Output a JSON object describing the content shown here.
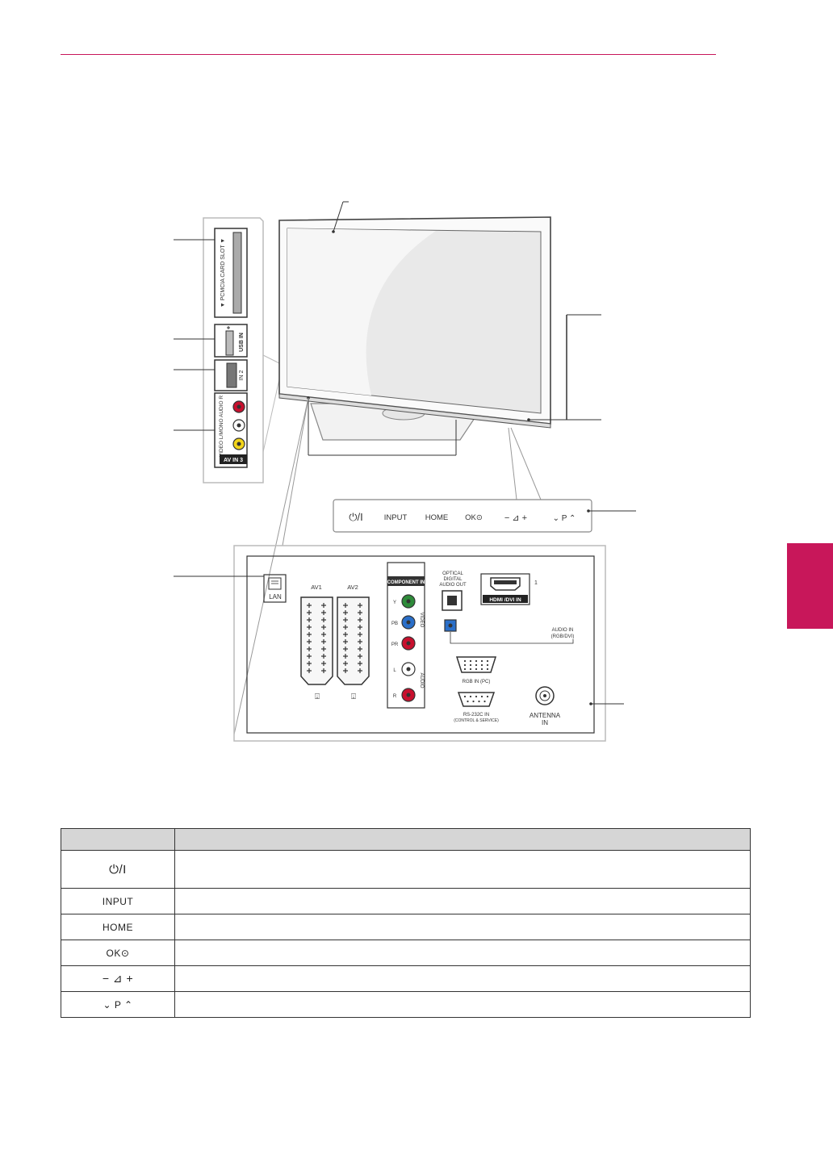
{
  "colors": {
    "accent": "#c8175a",
    "line": "#333333",
    "header_bg": "#d6d6d6"
  },
  "side_panel": {
    "pcmcia_label": "▼ PCMCIA CARD SLOT ▼",
    "usb_label": "USB IN",
    "hdmi_label": "IN 2",
    "av_label": "AV IN 3",
    "av_jacks_label": "VIDEO L/MONO AUDIO R"
  },
  "control_bar": {
    "power": "⏻/I",
    "input": "INPUT",
    "home": "HOME",
    "ok": "OK⊙",
    "volume": "− ⊿ +",
    "program": "⌄  P  ⌃"
  },
  "rear_panel": {
    "lan": "LAN",
    "av1": "AV1",
    "av2": "AV2",
    "component_in": "COMPONENT IN",
    "y": "Y",
    "pb": "PB",
    "pr": "PR",
    "l": "L",
    "r": "R",
    "video": "VIDEO",
    "audio": "AUDIO",
    "optical": [
      "OPTICAL",
      "DIGITAL",
      "AUDIO OUT"
    ],
    "hdmi_dvi": "HDMI /DVI IN",
    "hdmi_num": "1",
    "audio_in": [
      "AUDIO IN",
      "(RGB/DVI)"
    ],
    "rgb_in": "RGB IN (PC)",
    "rs232": [
      "RS-232C IN",
      "(CONTROL & SERVICE)"
    ],
    "antenna": [
      "ANTENNA",
      "IN"
    ]
  },
  "table": {
    "headers": [
      "",
      ""
    ],
    "rows": [
      {
        "button": "⏻/I",
        "desc": ""
      },
      {
        "button": "INPUT",
        "desc": ""
      },
      {
        "button": "HOME",
        "desc": ""
      },
      {
        "button": "OK⊙",
        "desc": ""
      },
      {
        "button": "− ⊿ +",
        "desc": ""
      },
      {
        "button": "⌄  P  ⌃",
        "desc": ""
      }
    ]
  }
}
